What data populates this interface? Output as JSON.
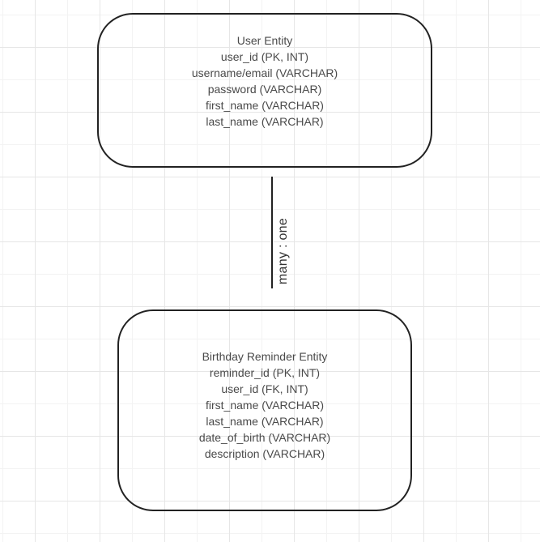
{
  "diagram": {
    "entities": [
      {
        "title": "User Entity",
        "fields": [
          "user_id (PK, INT)",
          "username/email (VARCHAR)",
          "password (VARCHAR)",
          "first_name (VARCHAR)",
          "last_name (VARCHAR)"
        ]
      },
      {
        "title": "Birthday Reminder Entity",
        "fields": [
          "reminder_id (PK, INT)",
          "user_id (FK, INT)",
          "first_name (VARCHAR)",
          "last_name (VARCHAR)",
          "date_of_birth (VARCHAR)",
          "description (VARCHAR)"
        ]
      }
    ],
    "relationship": {
      "label": "many : one"
    }
  },
  "colors": {
    "background": "#ffffff",
    "grid": "#e6e6e6",
    "stroke": "#222222",
    "text": "#4a4a4a"
  }
}
